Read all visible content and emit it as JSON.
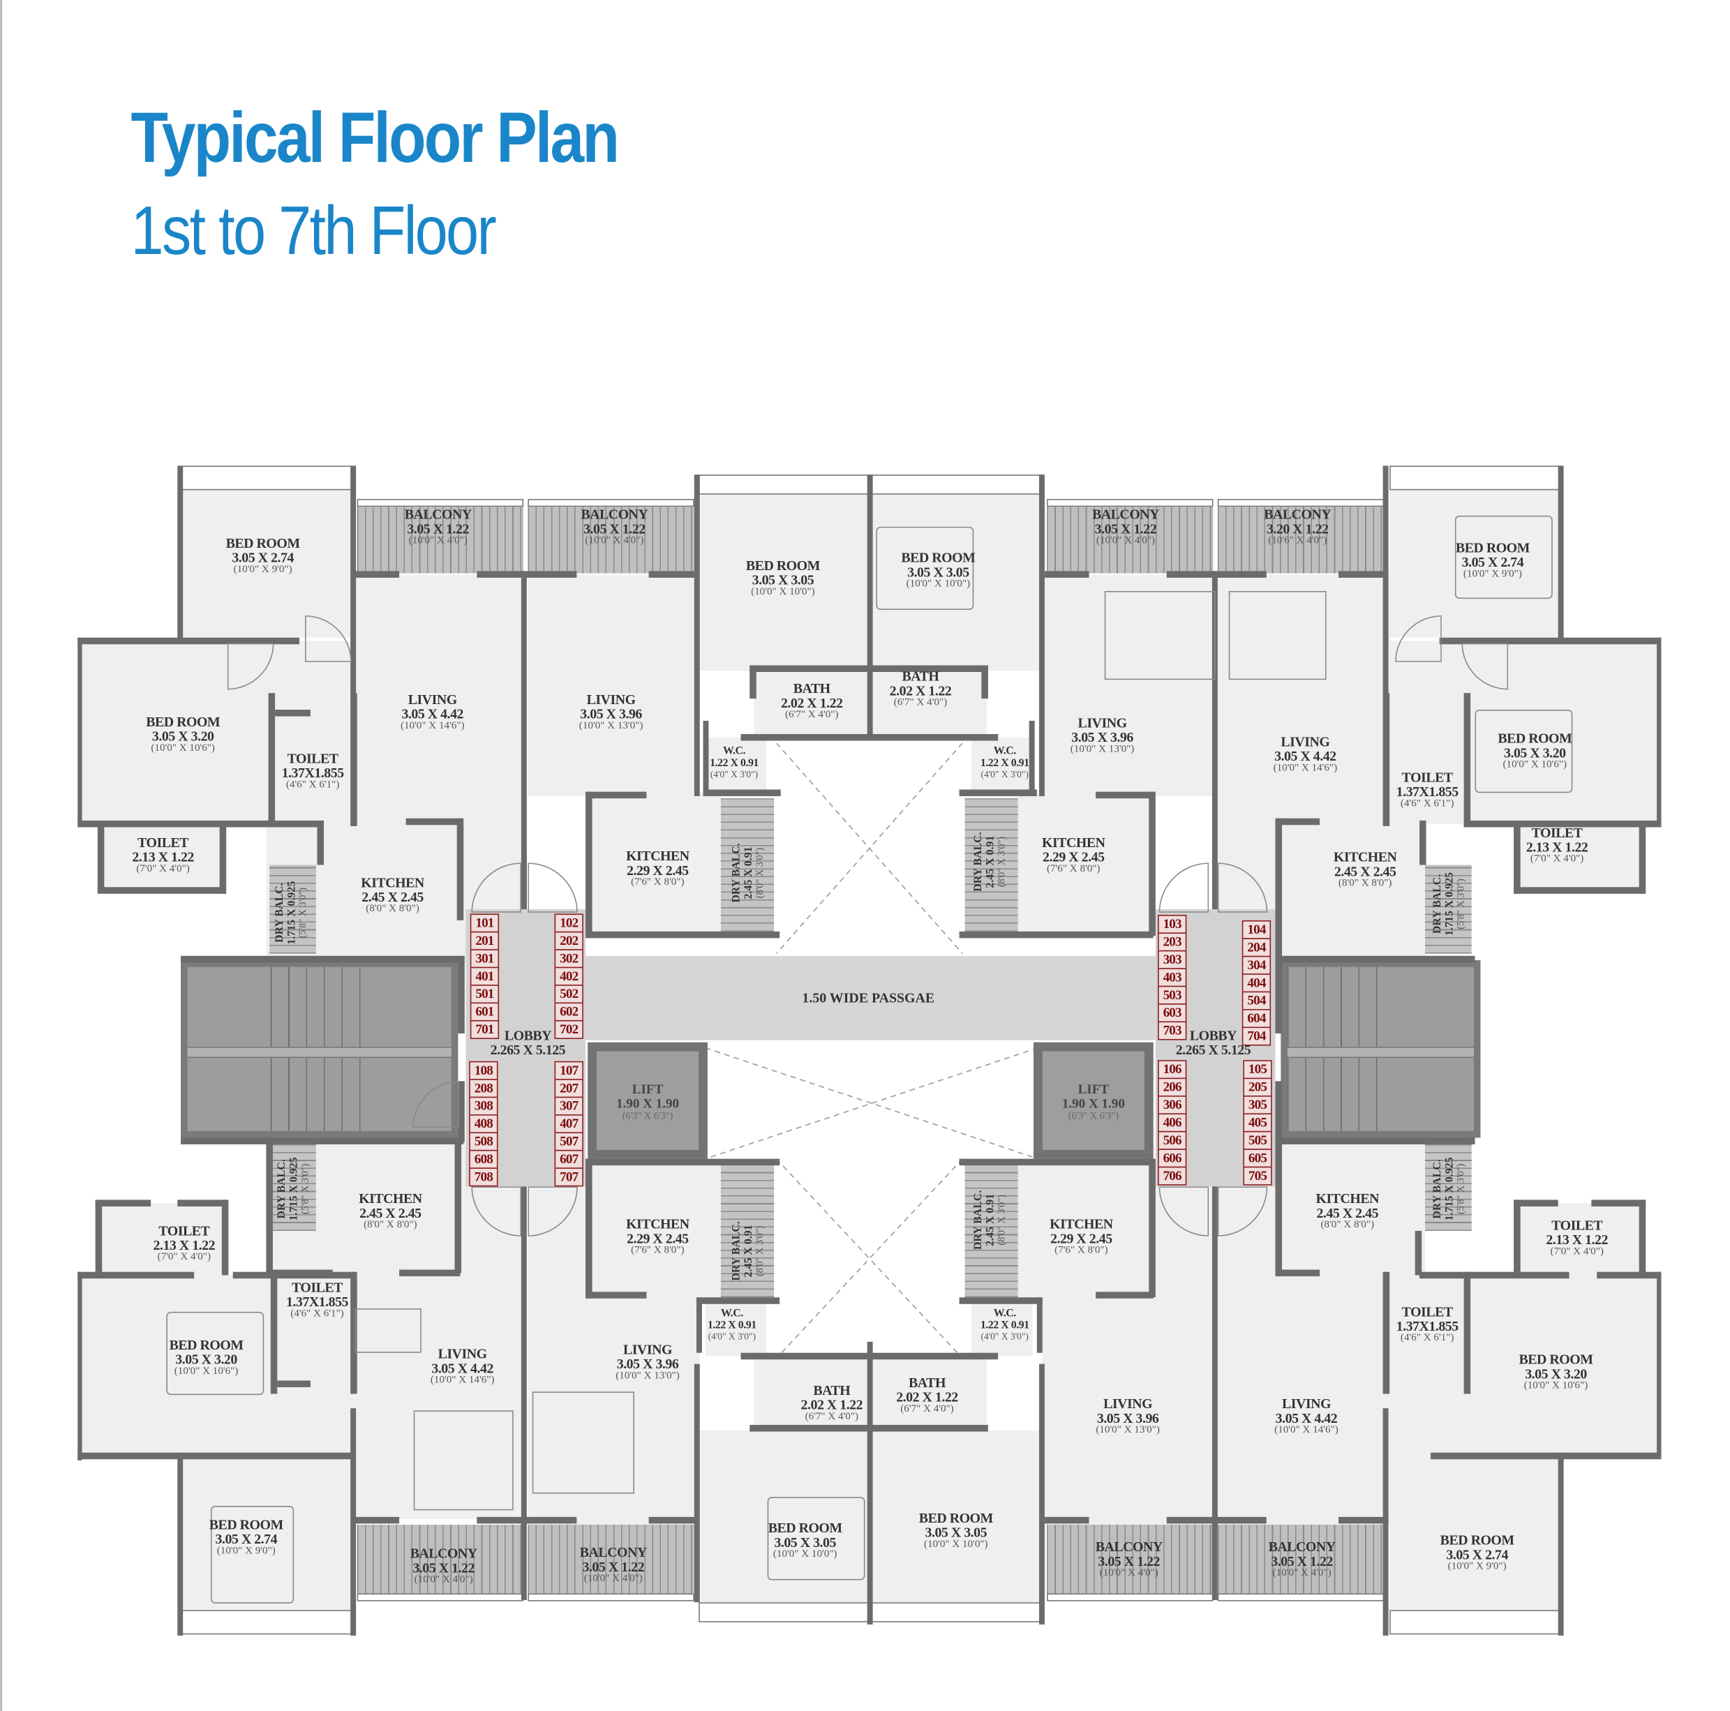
{
  "header": {
    "title": "Typical Floor Plan",
    "subtitle": "1st to 7th Floor"
  },
  "colors": {
    "title_blue": "#1a86c9",
    "wall_gray": "#6b6b6b",
    "room_fill": "#efefef",
    "balcony_fill": "#bfbfbf",
    "stair_fill": "#9d9d9d",
    "lift_fill": "#9e9e9e",
    "passage_fill": "#d6d6d6",
    "unit_number_text": "#7a0d0d",
    "unit_number_box": "#f1dede"
  },
  "plan": {
    "passage": {
      "label": "1.50 WIDE PASSGAE"
    },
    "lobbies": [
      {
        "label": "LOBBY",
        "dims": "2.265 X 5.125"
      },
      {
        "label": "LOBBY",
        "dims": "2.265 X 5.125"
      }
    ],
    "lifts": [
      {
        "label": "LIFT",
        "dims": "1.90 X 1.90",
        "feet": "(6'3\" X 6'3\")"
      },
      {
        "label": "LIFT",
        "dims": "1.90 X 1.90",
        "feet": "(6'3\" X 6'3\")"
      }
    ],
    "unit_numbers": {
      "left_lobby_top_left": [
        "101",
        "201",
        "301",
        "401",
        "501",
        "601",
        "701"
      ],
      "left_lobby_top_right": [
        "102",
        "202",
        "302",
        "402",
        "502",
        "602",
        "702"
      ],
      "left_lobby_bottom_left": [
        "108",
        "208",
        "308",
        "408",
        "508",
        "608",
        "708"
      ],
      "left_lobby_bottom_right": [
        "107",
        "207",
        "307",
        "407",
        "507",
        "607",
        "707"
      ],
      "right_lobby_top_left": [
        "103",
        "203",
        "303",
        "403",
        "503",
        "603",
        "703"
      ],
      "right_lobby_top_right": [
        "104",
        "204",
        "304",
        "404",
        "504",
        "604",
        "704"
      ],
      "right_lobby_bottom_left": [
        "106",
        "206",
        "306",
        "406",
        "506",
        "606",
        "706"
      ],
      "right_lobby_bottom_right": [
        "105",
        "205",
        "305",
        "405",
        "505",
        "605",
        "705"
      ]
    },
    "rooms": {
      "top": [
        {
          "name": "BED ROOM",
          "dims": "3.05 X 2.74",
          "feet": "(10'0\" X 9'0\")"
        },
        {
          "name": "BALCONY",
          "dims": "3.05 X 1.22",
          "feet": "(10'0\" X 4'0\")"
        },
        {
          "name": "BALCONY",
          "dims": "3.05 X 1.22",
          "feet": "(10'0\" X 4'0\")"
        },
        {
          "name": "BED ROOM",
          "dims": "3.05 X 3.05",
          "feet": "(10'0\" X 10'0\")"
        },
        {
          "name": "BED ROOM",
          "dims": "3.05 X 3.05",
          "feet": "(10'0\" X 10'0\")"
        },
        {
          "name": "BALCONY",
          "dims": "3.05 X 1.22",
          "feet": "(10'0\" X 4'0\")"
        },
        {
          "name": "BALCONY",
          "dims": "3.20 X 1.22",
          "feet": "(10'6\" X 4'0\")"
        },
        {
          "name": "BED ROOM",
          "dims": "3.05 X 2.74",
          "feet": "(10'0\" X 9'0\")"
        },
        {
          "name": "BED ROOM",
          "dims": "3.05 X 3.20",
          "feet": "(10'0\" X 10'6\")"
        },
        {
          "name": "LIVING",
          "dims": "3.05 X 4.42",
          "feet": "(10'0\" X 14'6\")"
        },
        {
          "name": "LIVING",
          "dims": "3.05 X 3.96",
          "feet": "(10'0\" X 13'0\")"
        },
        {
          "name": "BATH",
          "dims": "2.02 X 1.22",
          "feet": "(6'7\" X 4'0\")"
        },
        {
          "name": "BATH",
          "dims": "2.02 X 1.22",
          "feet": "(6'7\" X 4'0\")"
        },
        {
          "name": "LIVING",
          "dims": "3.05 X 3.96",
          "feet": "(10'0\" X 13'0\")"
        },
        {
          "name": "LIVING",
          "dims": "3.05 X 4.42",
          "feet": "(10'0\" X 14'6\")"
        },
        {
          "name": "BED ROOM",
          "dims": "3.05 X 3.20",
          "feet": "(10'0\" X 10'6\")"
        },
        {
          "name": "TOILET",
          "dims": "1.37X1.855",
          "feet": "(4'6\" X 6'1\")"
        },
        {
          "name": "W.C.",
          "dims": "1.22 X 0.91",
          "feet": "(4'0\" X 3'0\")"
        },
        {
          "name": "W.C.",
          "dims": "1.22 X 0.91",
          "feet": "(4'0\" X 3'0\")"
        },
        {
          "name": "TOILET",
          "dims": "1.37X1.855",
          "feet": "(4'6\" X 6'1\")"
        },
        {
          "name": "TOILET",
          "dims": "2.13 X 1.22",
          "feet": "(7'0\" X 4'0\")"
        },
        {
          "name": "TOILET",
          "dims": "2.13 X 1.22",
          "feet": "(7'0\" X 4'0\")"
        },
        {
          "name": "KITCHEN",
          "dims": "2.45 X 2.45",
          "feet": "(8'0\" X 8'0\")"
        },
        {
          "name": "KITCHEN",
          "dims": "2.29 X 2.45",
          "feet": "(7'6\" X 8'0\")"
        },
        {
          "name": "KITCHEN",
          "dims": "2.29 X 2.45",
          "feet": "(7'6\" X 8'0\")"
        },
        {
          "name": "KITCHEN",
          "dims": "2.45 X 2.45",
          "feet": "(8'0\" X 8'0\")"
        },
        {
          "name": "DRY BALC.",
          "dims": "1.715 X 0.925",
          "feet": "(5'8\" X 3'0\")"
        },
        {
          "name": "DRY BALC.",
          "dims": "2.45 X 0.91",
          "feet": "(8'0\" X 3'0\")"
        },
        {
          "name": "DRY BALC.",
          "dims": "2.45 X 0.91",
          "feet": "(8'0\" X 3'0\")"
        },
        {
          "name": "DRY BALC.",
          "dims": "1.715 X 0.925",
          "feet": "(5'8\" X 3'0\")"
        }
      ],
      "bottom": [
        {
          "name": "DRY BALC.",
          "dims": "1.715 X 0.925",
          "feet": "(5'8\" X 3'0\")"
        },
        {
          "name": "KITCHEN",
          "dims": "2.45 X 2.45",
          "feet": "(8'0\" X 8'0\")"
        },
        {
          "name": "KITCHEN",
          "dims": "2.29 X 2.45",
          "feet": "(7'6\" X 8'0\")"
        },
        {
          "name": "DRY BALC.",
          "dims": "2.45 X 0.91",
          "feet": "(8'0\" X 3'0\")"
        },
        {
          "name": "DRY BALC.",
          "dims": "2.45 X 0.91",
          "feet": "(8'0\" X 3'0\")"
        },
        {
          "name": "KITCHEN",
          "dims": "2.29 X 2.45",
          "feet": "(7'6\" X 8'0\")"
        },
        {
          "name": "KITCHEN",
          "dims": "2.45 X 2.45",
          "feet": "(8'0\" X 8'0\")"
        },
        {
          "name": "DRY BALC.",
          "dims": "1.715 X 0.925",
          "feet": "(5'8\" X 3'0\")"
        },
        {
          "name": "TOILET",
          "dims": "2.13 X 1.22",
          "feet": "(7'0\" X 4'0\")"
        },
        {
          "name": "TOILET",
          "dims": "1.37X1.855",
          "feet": "(4'6\" X 6'1\")"
        },
        {
          "name": "W.C.",
          "dims": "1.22 X 0.91",
          "feet": "(4'0\" X 3'0\")"
        },
        {
          "name": "W.C.",
          "dims": "1.22 X 0.91",
          "feet": "(4'0\" X 3'0\")"
        },
        {
          "name": "TOILET",
          "dims": "2.13 X 1.22",
          "feet": "(7'0\" X 4'0\")"
        },
        {
          "name": "TOILET",
          "dims": "1.37X1.855",
          "feet": "(4'6\" X 6'1\")"
        },
        {
          "name": "BED ROOM",
          "dims": "3.05 X 3.20",
          "feet": "(10'0\" X 10'6\")"
        },
        {
          "name": "LIVING",
          "dims": "3.05 X 4.42",
          "feet": "(10'0\" X 14'6\")"
        },
        {
          "name": "LIVING",
          "dims": "3.05 X 3.96",
          "feet": "(10'0\" X 13'0\")"
        },
        {
          "name": "BATH",
          "dims": "2.02 X 1.22",
          "feet": "(6'7\" X 4'0\")"
        },
        {
          "name": "BATH",
          "dims": "2.02 X 1.22",
          "feet": "(6'7\" X 4'0\")"
        },
        {
          "name": "LIVING",
          "dims": "3.05 X 3.96",
          "feet": "(10'0\" X 13'0\")"
        },
        {
          "name": "LIVING",
          "dims": "3.05 X 4.42",
          "feet": "(10'0\" X 14'6\")"
        },
        {
          "name": "BED ROOM",
          "dims": "3.05 X 3.20",
          "feet": "(10'0\" X 10'6\")"
        },
        {
          "name": "BED ROOM",
          "dims": "3.05 X 2.74",
          "feet": "(10'0\" X 9'0\")"
        },
        {
          "name": "BALCONY",
          "dims": "3.05 X 1.22",
          "feet": "(10'0\" X 4'0\")"
        },
        {
          "name": "BALCONY",
          "dims": "3.05 X 1.22",
          "feet": "(10'0\" X 4'0\")"
        },
        {
          "name": "BED ROOM",
          "dims": "3.05 X 3.05",
          "feet": "(10'0\" X 10'0\")"
        },
        {
          "name": "BED ROOM",
          "dims": "3.05 X 3.05",
          "feet": "(10'0\" X 10'0\")"
        },
        {
          "name": "BALCONY",
          "dims": "3.05 X 1.22",
          "feet": "(10'0\" X 4'0\")"
        },
        {
          "name": "BALCONY",
          "dims": "3.05 X 1.22",
          "feet": "(10'0\" X 4'0\")"
        },
        {
          "name": "BED ROOM",
          "dims": "3.05 X 2.74",
          "feet": "(10'0\" X 9'0\")"
        }
      ]
    }
  }
}
